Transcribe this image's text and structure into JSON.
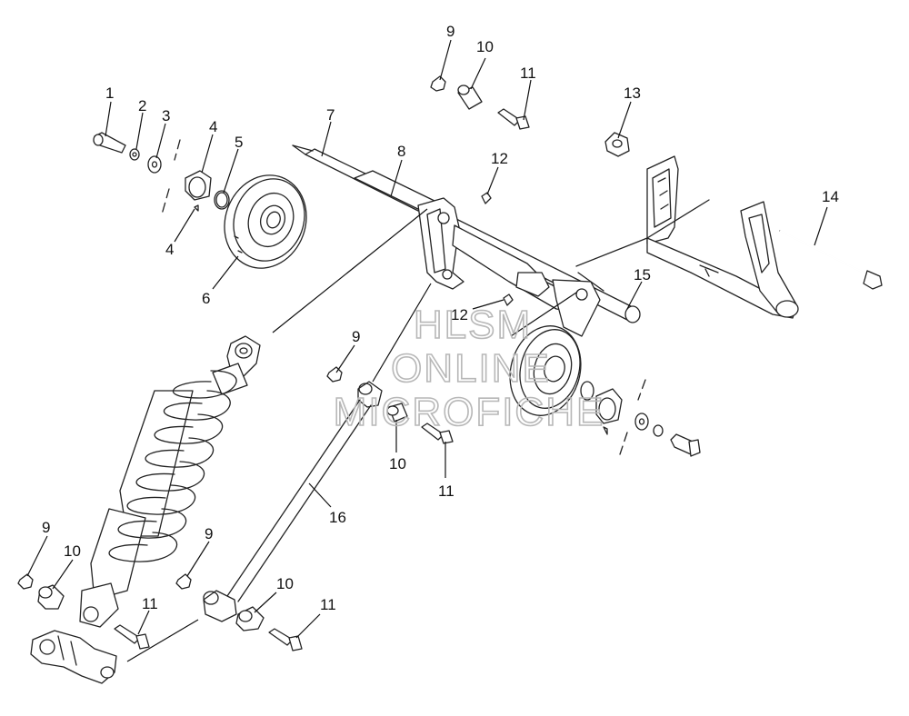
{
  "watermark": {
    "line1": "HLSM",
    "line2": "ONLINE",
    "line3": "MICROFICHE",
    "color": "#b7b7b7"
  },
  "callouts": [
    {
      "id": "c1",
      "label": "1"
    },
    {
      "id": "c2",
      "label": "2"
    },
    {
      "id": "c3",
      "label": "3"
    },
    {
      "id": "c4a",
      "label": "4"
    },
    {
      "id": "c4b",
      "label": "4"
    },
    {
      "id": "c5",
      "label": "5"
    },
    {
      "id": "c6",
      "label": "6"
    },
    {
      "id": "c7",
      "label": "7"
    },
    {
      "id": "c8",
      "label": "8"
    },
    {
      "id": "c9a",
      "label": "9"
    },
    {
      "id": "c10a",
      "label": "10"
    },
    {
      "id": "c11a",
      "label": "11"
    },
    {
      "id": "c12a",
      "label": "12"
    },
    {
      "id": "c13",
      "label": "13"
    },
    {
      "id": "c14",
      "label": "14"
    },
    {
      "id": "c15",
      "label": "15"
    },
    {
      "id": "c12b",
      "label": "12"
    },
    {
      "id": "c9b",
      "label": "9"
    },
    {
      "id": "c10b",
      "label": "10"
    },
    {
      "id": "c11b",
      "label": "11"
    },
    {
      "id": "c16",
      "label": "16"
    },
    {
      "id": "c9c",
      "label": "9"
    },
    {
      "id": "c10c",
      "label": "10"
    },
    {
      "id": "c9d",
      "label": "9"
    },
    {
      "id": "c10d",
      "label": "10"
    },
    {
      "id": "c11c",
      "label": "11"
    },
    {
      "id": "c11d",
      "label": "11"
    }
  ]
}
